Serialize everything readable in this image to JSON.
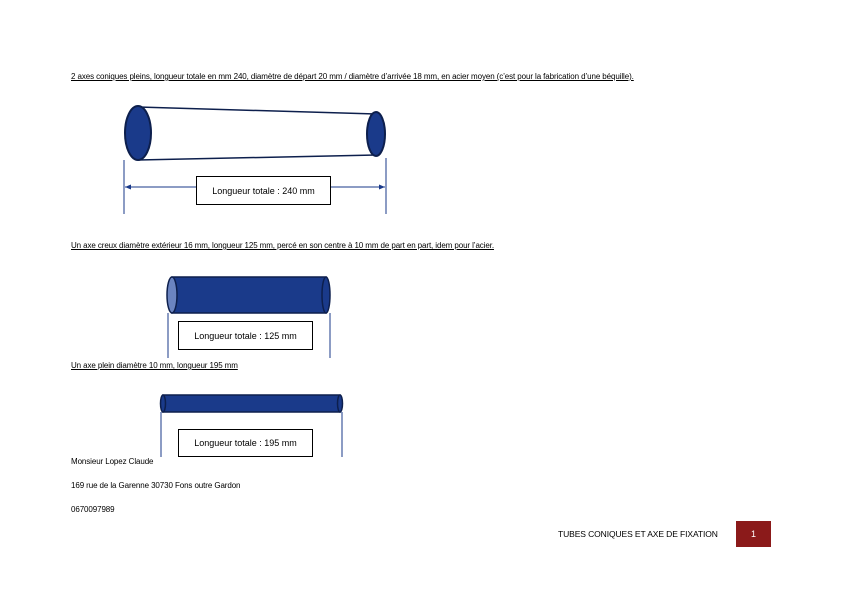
{
  "sections": [
    {
      "description": "2 axes coniques pleins, longueur totale en mm 240, diamètre de départ 20 mm / diamètre d’arrivée 18 mm, en acier moyen (c’est pour la fabrication d’une béquille).",
      "label": "Longueur totale : 240 mm"
    },
    {
      "description": "Un axe creux diamètre extérieur 16 mm, longueur 125 mm, percé en son centre à 10 mm de part en part, idem pour l’acier.",
      "label": "Longueur totale : 125 mm"
    },
    {
      "description": "Un axe plein diamètre 10 mm, longueur 195 mm",
      "label": "Longueur totale : 195 mm"
    }
  ],
  "contact": {
    "name": "Monsieur Lopez Claude",
    "address": "169 rue de la Garenne 30730 Fons outre Gardon",
    "phone": "0670097989"
  },
  "footer": {
    "title": "TUBES CONIQUES ET AXE DE FIXATION",
    "page": "1"
  },
  "colors": {
    "tube_fill": "#1a3a8a",
    "tube_stroke": "#0d1f4d",
    "page_badge": "#8b1a1a"
  }
}
